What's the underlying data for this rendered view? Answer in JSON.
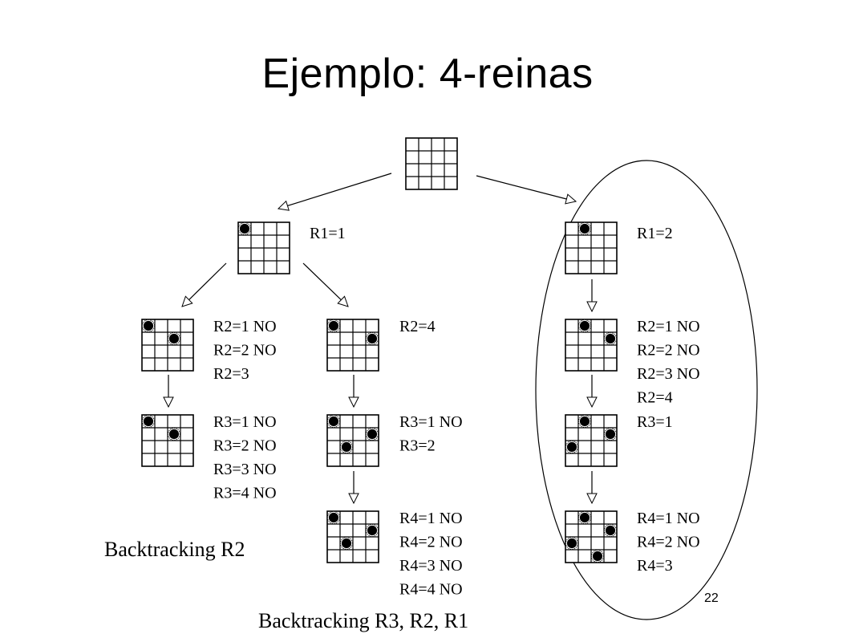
{
  "title": "Ejemplo: 4-reinas",
  "page_number": "22",
  "board_size": 4,
  "nodes": [
    {
      "id": "root",
      "queens": [],
      "labels": []
    },
    {
      "id": "a1",
      "queens": [
        [
          0,
          0
        ]
      ],
      "labels": [
        "R1=1"
      ]
    },
    {
      "id": "a2",
      "queens": [
        [
          0,
          0
        ],
        [
          1,
          2
        ]
      ],
      "labels": [
        "R2=1 NO",
        "R2=2 NO",
        "R2=3"
      ]
    },
    {
      "id": "a3",
      "queens": [
        [
          0,
          0
        ],
        [
          1,
          2
        ]
      ],
      "labels": [
        "R3=1 NO",
        "R3=2 NO",
        "R3=3 NO",
        "R3=4 NO"
      ]
    },
    {
      "id": "b2",
      "queens": [
        [
          0,
          0
        ],
        [
          1,
          3
        ]
      ],
      "labels": [
        "R2=4"
      ]
    },
    {
      "id": "b3",
      "queens": [
        [
          0,
          0
        ],
        [
          1,
          3
        ],
        [
          2,
          1
        ]
      ],
      "labels": [
        "R3=1 NO",
        "R3=2"
      ]
    },
    {
      "id": "b4",
      "queens": [
        [
          0,
          0
        ],
        [
          1,
          3
        ],
        [
          2,
          1
        ]
      ],
      "labels": [
        "R4=1 NO",
        "R4=2 NO",
        "R4=3 NO",
        "R4=4 NO"
      ]
    },
    {
      "id": "c1",
      "queens": [
        [
          0,
          1
        ]
      ],
      "labels": [
        "R1=2"
      ]
    },
    {
      "id": "c2",
      "queens": [
        [
          0,
          1
        ],
        [
          1,
          3
        ]
      ],
      "labels": [
        "R2=1 NO",
        "R2=2 NO",
        "R2=3 NO",
        "R2=4"
      ]
    },
    {
      "id": "c3",
      "queens": [
        [
          0,
          1
        ],
        [
          1,
          3
        ],
        [
          2,
          0
        ]
      ],
      "labels": [
        "R3=1"
      ]
    },
    {
      "id": "c4",
      "queens": [
        [
          0,
          1
        ],
        [
          1,
          3
        ],
        [
          2,
          0
        ],
        [
          3,
          2
        ]
      ],
      "labels": [
        "R4=1 NO",
        "R4=2 NO",
        "R4=3"
      ]
    }
  ],
  "annotations": {
    "backtrack_r2": "Backtracking R2",
    "backtrack_all": "Backtracking R3, R2, R1"
  }
}
